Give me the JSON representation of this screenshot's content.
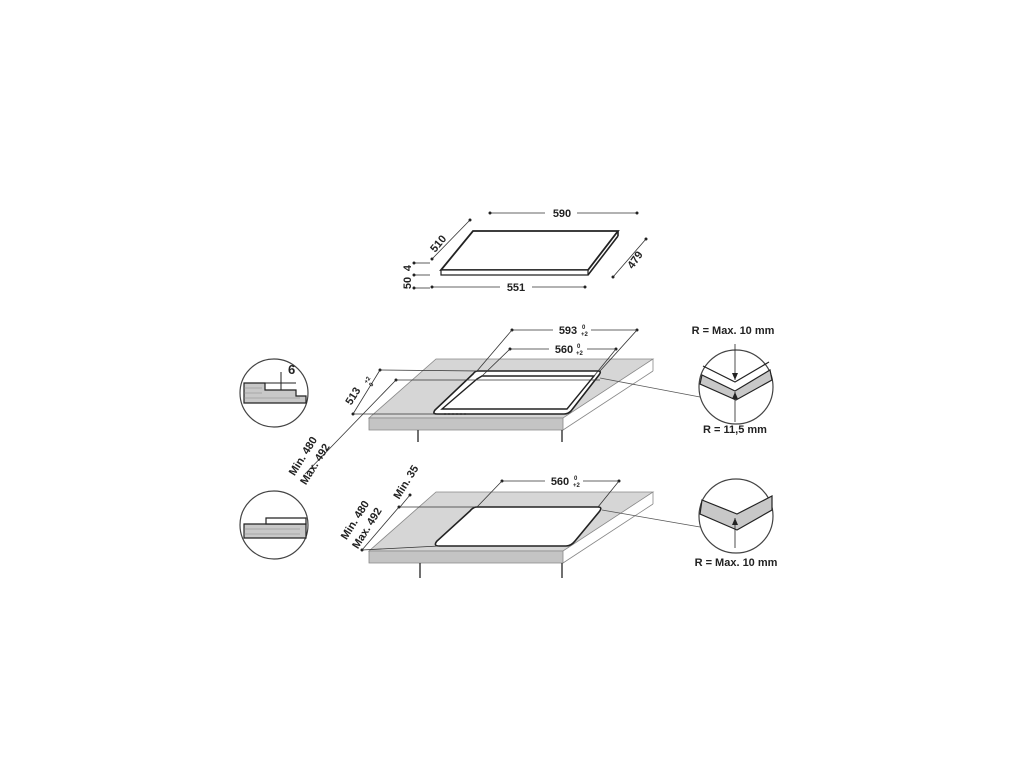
{
  "top_hob": {
    "width": "590",
    "depth": "510",
    "thickness_top": "4",
    "height": "50",
    "bottom_width": "551",
    "bottom_depth": "479"
  },
  "cutout_a": {
    "outer_width": "593",
    "outer_width_tol_top": "0",
    "outer_width_tol_bottom": "+2",
    "inner_width": "560",
    "inner_width_tol_top": "0",
    "inner_width_tol_bottom": "+2",
    "depth": "513",
    "depth_tol_top": "+2",
    "depth_tol_bottom": "0",
    "min_depth": "Min. 480",
    "max_depth": "Max. 492",
    "recess": "6",
    "radius_outer": "R = Max. 10 mm",
    "radius_inner": "R = 11,5 mm"
  },
  "cutout_b": {
    "width": "560",
    "width_tol_top": "0",
    "width_tol_bottom": "+2",
    "min_depth": "Min. 480",
    "max_depth": "Max. 492",
    "min_front": "Min. 35",
    "radius": "R = Max. 10 mm"
  }
}
